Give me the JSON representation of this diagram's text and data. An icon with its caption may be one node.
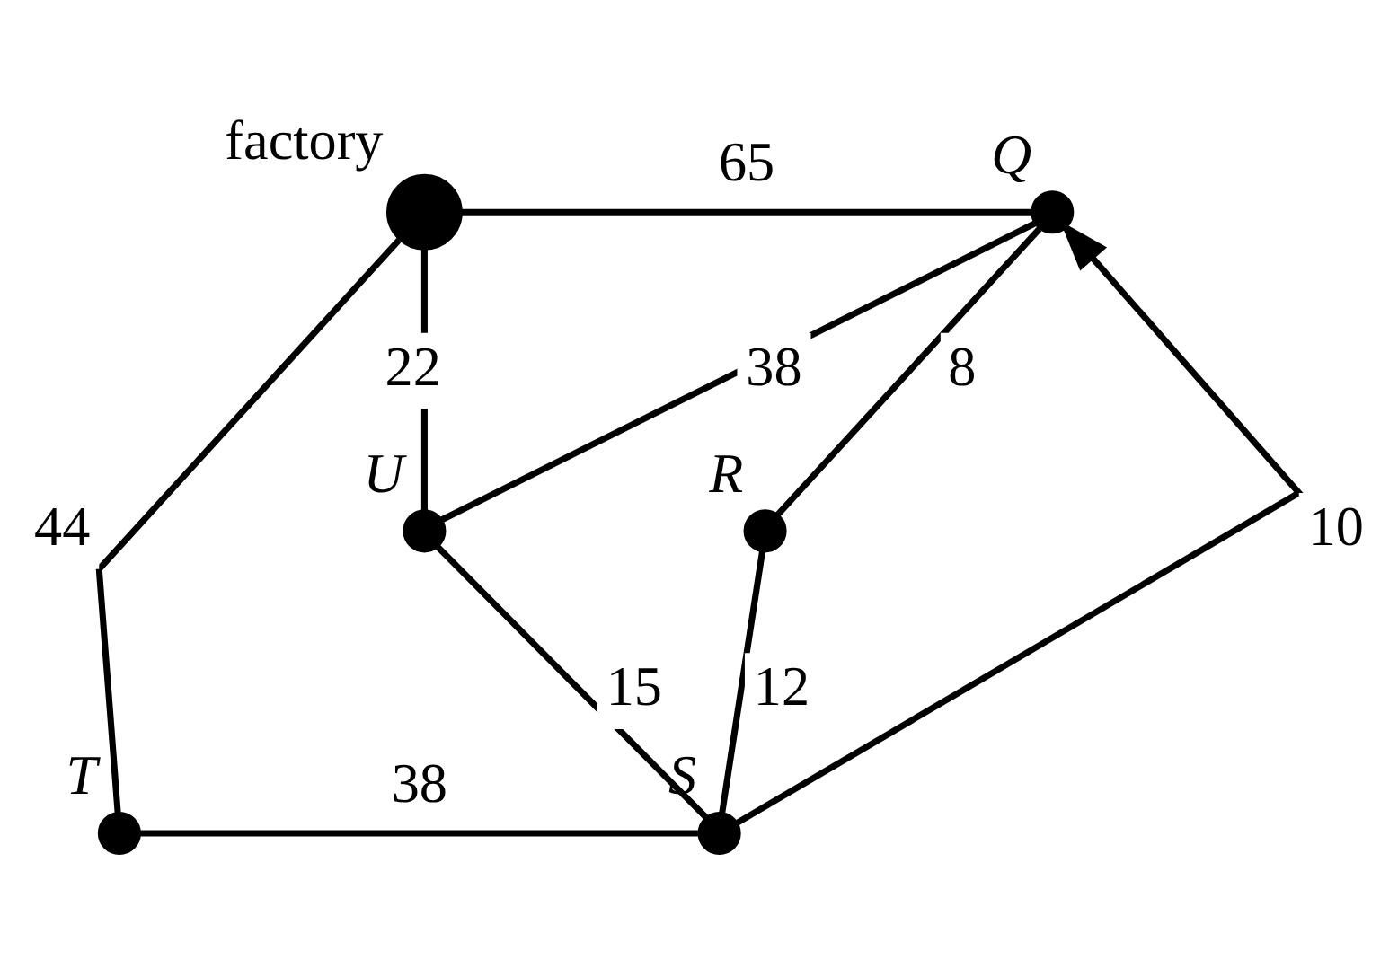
{
  "diagram": {
    "nodes": [
      {
        "text": [],
        "shape": "circle",
        "beside": [
          "factory"
        ]
      },
      {
        "text": [],
        "shape": "circle",
        "beside": [
          "Q"
        ]
      },
      {
        "text": [],
        "shape": "circle",
        "beside": [
          "U"
        ]
      },
      {
        "text": [],
        "shape": "circle",
        "beside": [
          "R"
        ]
      },
      {
        "text": [],
        "shape": "circle",
        "beside": [
          "T"
        ]
      },
      {
        "text": [],
        "shape": "circle",
        "beside": [
          "S"
        ]
      }
    ],
    "edges": [
      {
        "from": 0,
        "to": 1,
        "arrow": "none",
        "label": "65"
      },
      {
        "from": 0,
        "to": 2,
        "arrow": "none",
        "label": "22"
      },
      {
        "from": 0,
        "to": 4,
        "arrow": "none",
        "label": "44"
      },
      {
        "from": 2,
        "to": 1,
        "arrow": "none",
        "label": "38"
      },
      {
        "from": 2,
        "to": 5,
        "arrow": "none",
        "label": "15"
      },
      {
        "from": 4,
        "to": 5,
        "arrow": "none",
        "label": "38"
      },
      {
        "from": 5,
        "to": 1,
        "arrow": "to",
        "label": "10"
      },
      {
        "from": 1,
        "to": 3,
        "arrow": "none",
        "label": "8"
      },
      {
        "from": 5,
        "to": 3,
        "arrow": "none",
        "label": "12"
      }
    ]
  }
}
